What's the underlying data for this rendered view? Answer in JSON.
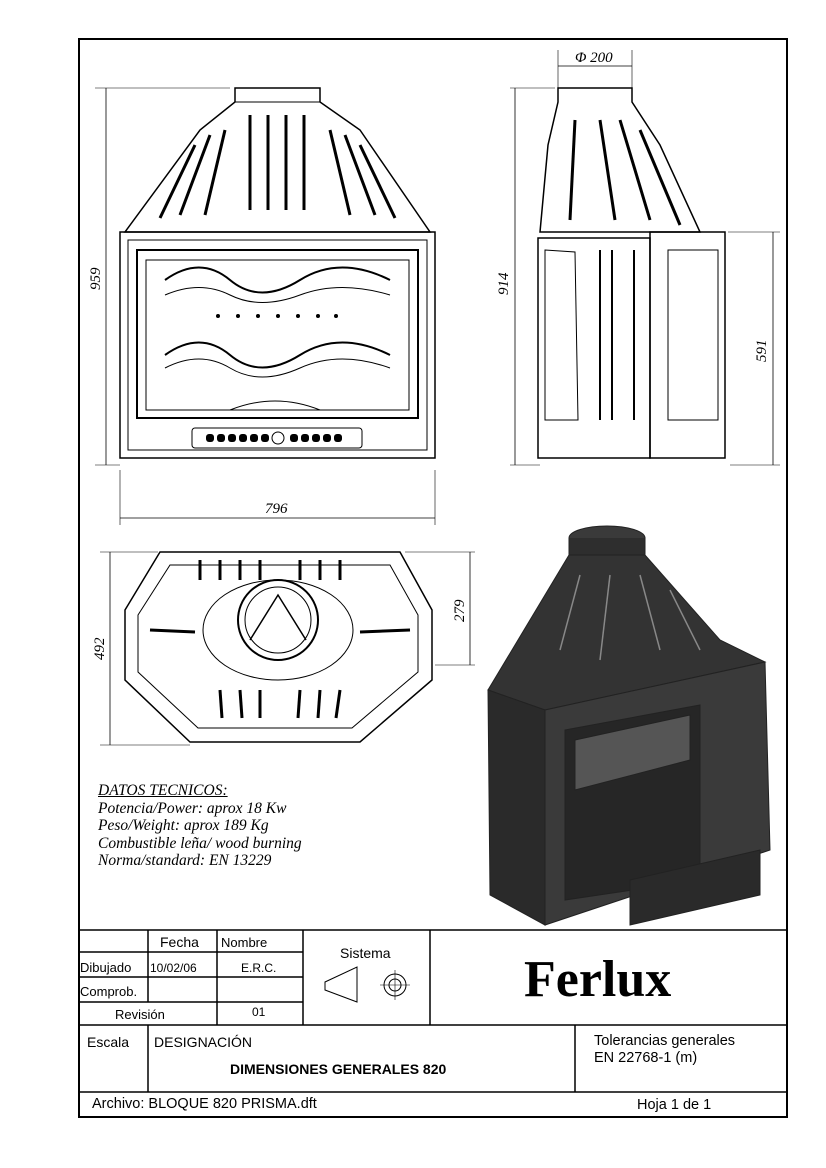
{
  "dimensions": {
    "flue_diameter": "Φ 200",
    "front_height": "959",
    "front_width": "796",
    "side_height": "914",
    "side_door_height": "591",
    "top_depth": "492",
    "top_partial_depth": "279"
  },
  "technical_data": {
    "heading": "DATOS TECNICOS:",
    "lines": [
      "Potencia/Power: aprox 18 Kw",
      "Peso/Weight: aprox 189 Kg",
      "Combustible leña/ wood burning",
      "Norma/standard: EN 13229"
    ]
  },
  "title_block": {
    "fecha_label": "Fecha",
    "nombre_label": "Nombre",
    "dibujado_label": "Dibujado",
    "dibujado_date": "10/02/06",
    "dibujado_name": "E.R.C.",
    "comprob_label": "Comprob.",
    "revision_label": "Revisión",
    "revision_value": "01",
    "sistema_label": "Sistema",
    "brand": "Ferlux",
    "escala_label": "Escala",
    "designacion_label": "DESIGNACIÓN",
    "designacion_value": "DIMENSIONES GENERALES 820",
    "tolerancias_line1": "Tolerancias generales",
    "tolerancias_line2": "EN 22768-1 (m)",
    "archivo": "Archivo: BLOQUE 820 PRISMA.dft",
    "hoja": "Hoja 1 de 1"
  }
}
